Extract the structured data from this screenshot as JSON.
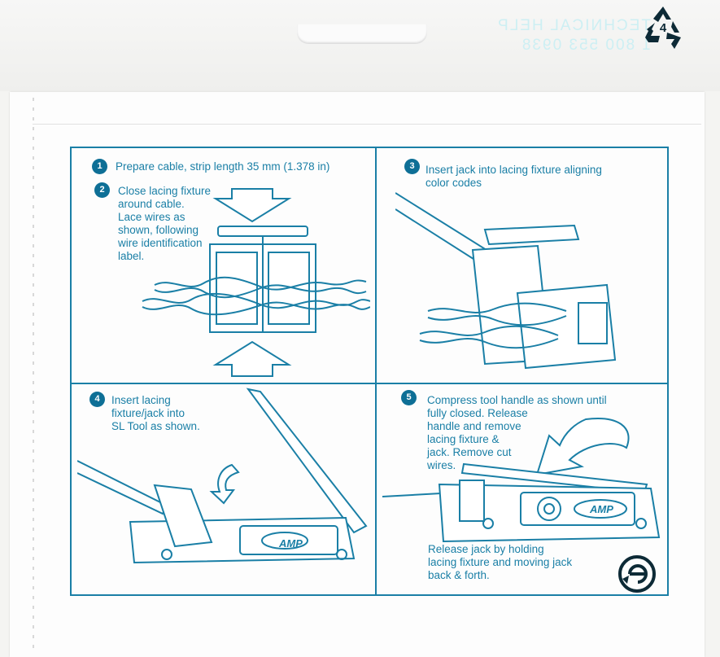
{
  "header": {
    "mirror_line1": "TECHNICAL HELP",
    "mirror_line2": "1 800 553 0938",
    "recycle_number": "4"
  },
  "steps": [
    {
      "number": "1",
      "text": "Prepare cable, strip length 35 mm (1.378 in)"
    },
    {
      "number": "2",
      "lines": [
        "Close lacing fixture",
        "around cable.",
        "Lace wires as",
        "shown, following",
        "wire identification",
        "label."
      ]
    },
    {
      "number": "3",
      "lines": [
        "Insert jack into lacing fixture aligning",
        "color codes"
      ]
    },
    {
      "number": "4",
      "lines": [
        "Insert lacing",
        "fixture/jack into",
        "SL Tool as shown."
      ]
    },
    {
      "number": "5",
      "lines": [
        "Compress tool handle as shown until",
        "fully closed. Release",
        "handle and remove",
        "lacing fixture &",
        "jack. Remove cut",
        "wires."
      ]
    }
  ],
  "release_note": [
    "Release jack by holding",
    "lacing fixture and moving jack",
    "back & forth."
  ],
  "brand": {
    "logo_text": "AMP"
  },
  "colors": {
    "ink": "#1a7fa6",
    "badge": "#0e6f96",
    "mirror": "#cdeff3"
  }
}
